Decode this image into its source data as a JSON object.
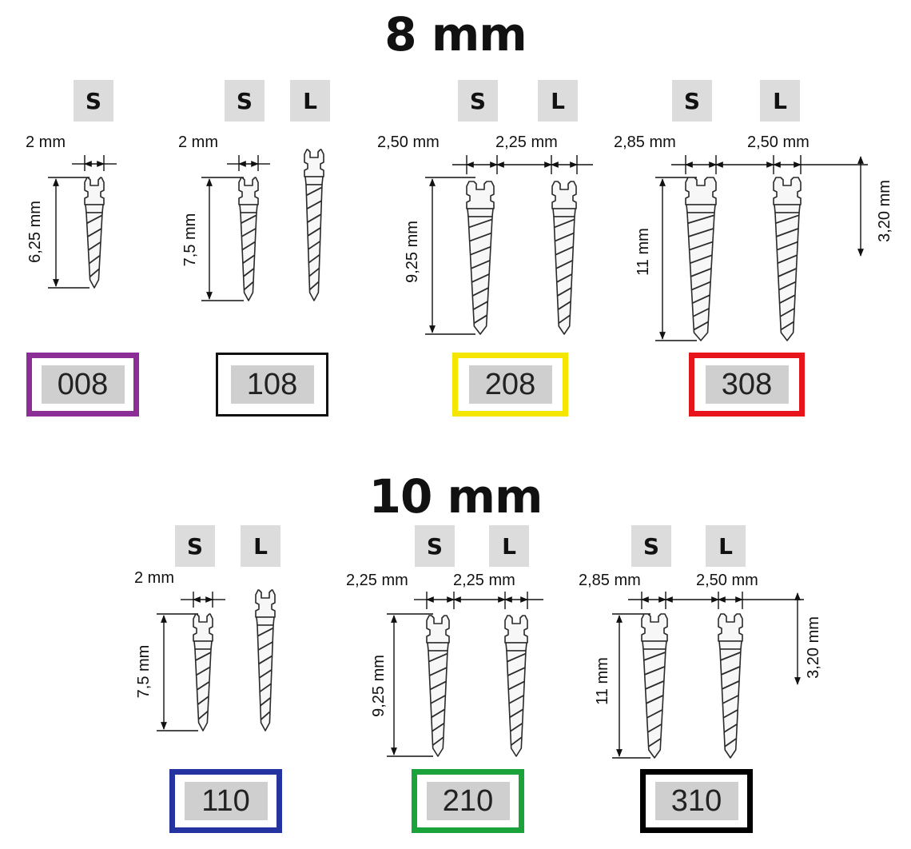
{
  "sections": [
    {
      "title": "8 mm",
      "models": [
        {
          "tags": [
            "S"
          ],
          "code": "008",
          "color": "#8b2e96",
          "head_width": "2 mm",
          "length": "6,25 mm"
        },
        {
          "tags": [
            "S",
            "L"
          ],
          "code": "108",
          "color": "#111111",
          "head_width": "2 mm",
          "length": "7,5 mm"
        },
        {
          "tags": [
            "S",
            "L"
          ],
          "code": "208",
          "color": "#f5e600",
          "head_width_s": "2,50 mm",
          "head_width_l": "2,25 mm",
          "length": "9,25 mm"
        },
        {
          "tags": [
            "S",
            "L"
          ],
          "code": "308",
          "color": "#e8141c",
          "head_width_s": "2,85 mm",
          "head_width_l": "2,50 mm",
          "length": "11 mm",
          "head_height": "3,20 mm"
        }
      ]
    },
    {
      "title": "10 mm",
      "models": [
        {
          "tags": [
            "S",
            "L"
          ],
          "code": "110",
          "color": "#2433a0",
          "head_width": "2 mm",
          "length": "7,5 mm"
        },
        {
          "tags": [
            "S",
            "L"
          ],
          "code": "210",
          "color": "#1aa33a",
          "head_width_s": "2,25 mm",
          "head_width_l": "2,25 mm",
          "length": "9,25 mm"
        },
        {
          "tags": [
            "S",
            "L"
          ],
          "code": "310",
          "color": "#000000",
          "head_width_s": "2,85 mm",
          "head_width_l": "2,50 mm",
          "length": "11 mm",
          "head_height": "3,20 mm"
        }
      ]
    }
  ]
}
